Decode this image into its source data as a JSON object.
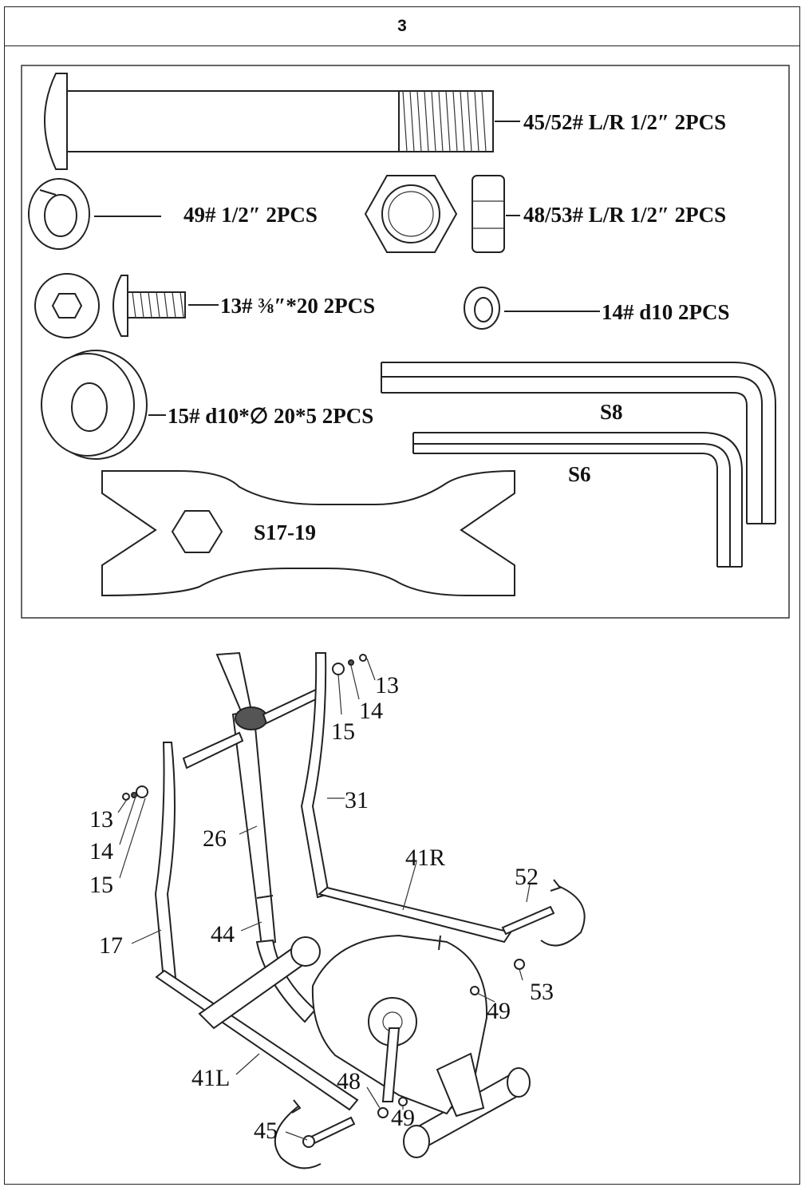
{
  "page": {
    "number": "3"
  },
  "hardware": {
    "bolt": "45/52# L/R 1/2″ 2PCS",
    "spring_washer": "49# 1/2″ 2PCS",
    "nut": "48/53# L/R 1/2″ 2PCS",
    "screw": "13#  ⅜″*20 2PCS",
    "washer_small": "14# d10 2PCS",
    "flat_washer": "15#   d10*∅ 20*5 2PCS",
    "allen_s8": "S8",
    "allen_s6": "S6",
    "wrench": "S17-19"
  },
  "diagram": {
    "callouts": {
      "c13_r": "13",
      "c14_r": "14",
      "c15_r": "15",
      "c31": "31",
      "c13_l": "13",
      "c14_l": "14",
      "c15_l": "15",
      "c26": "26",
      "c41r": "41R",
      "c52": "52",
      "c17": "17",
      "c44": "44",
      "c53": "53",
      "c49_r": "49",
      "c41l": "41L",
      "c48": "48",
      "c49_l": "49",
      "c45": "45"
    }
  }
}
